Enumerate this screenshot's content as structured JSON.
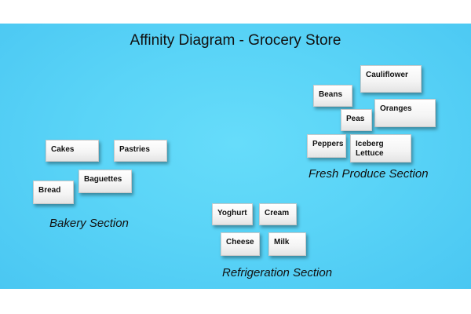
{
  "diagram": {
    "title": "Affinity Diagram - Grocery Store",
    "background_color": "#5ad4f7",
    "groups": {
      "bakery": {
        "label": "Bakery Section",
        "cards": [
          "Cakes",
          "Pastries",
          "Baguettes",
          "Bread"
        ]
      },
      "refrigeration": {
        "label": "Refrigeration Section",
        "cards": [
          "Yoghurt",
          "Cream",
          "Cheese",
          "Milk"
        ]
      },
      "fresh_produce": {
        "label": "Fresh Produce Section",
        "cards": [
          "Cauliflower",
          "Beans",
          "Oranges",
          "Peas",
          "Peppers",
          "Iceberg\nLettuce"
        ]
      }
    }
  }
}
